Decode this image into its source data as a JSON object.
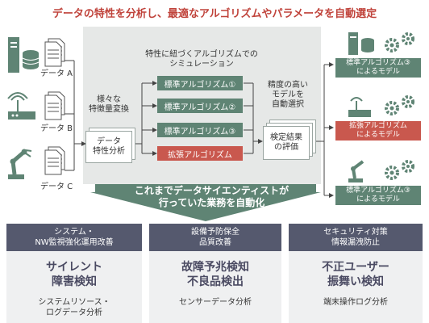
{
  "title": "データの特性を分析し、最適なアルゴリズムやパラメータを自動選定",
  "inputs": [
    {
      "label": "データ A"
    },
    {
      "label": "データ B"
    },
    {
      "label": "データ C"
    }
  ],
  "feature_caption": "様々な\n特徴量変換",
  "feature_box": "データ\n特性分析",
  "sim_caption": "特性に紐づくアルゴリズムでの\nシミュレーション",
  "algorithms": [
    "標準アルゴリズム①",
    "標準アルゴリズム②",
    "標準アルゴリズム③",
    "拡張アルゴリズム"
  ],
  "select_caption": "精度の高い\nモデルを\n自動選択",
  "eval_box": "検定結果\nの評価",
  "outputs": [
    "標準アルゴリズム③\nによるモデル",
    "拡張アルゴリズム\nによるモデル",
    "標準アルゴリズム③\nによるモデル"
  ],
  "banner": "これまでデータサイエンティストが\n行っていた業務を自動化",
  "use_cases": [
    {
      "head": "システム・\nNW監視強化運用改善",
      "main": "サイレント\n障害検知",
      "sub": "システムリソース・\nログデータ分析"
    },
    {
      "head": "設備予防保全\n品質改善",
      "main": "故障予兆検知\n不良品検出",
      "sub": "センサーデータ分析"
    },
    {
      "head": "セキュリティ対策\n情報漏洩防止",
      "main": "不正ユーザー\n振舞い検知",
      "sub": "端末操作ログ分析"
    }
  ],
  "colors": {
    "title": "#c0433b",
    "standard": "#5f8474",
    "extended": "#c9584e",
    "header": "#55596e",
    "icon": "#5f8474"
  }
}
